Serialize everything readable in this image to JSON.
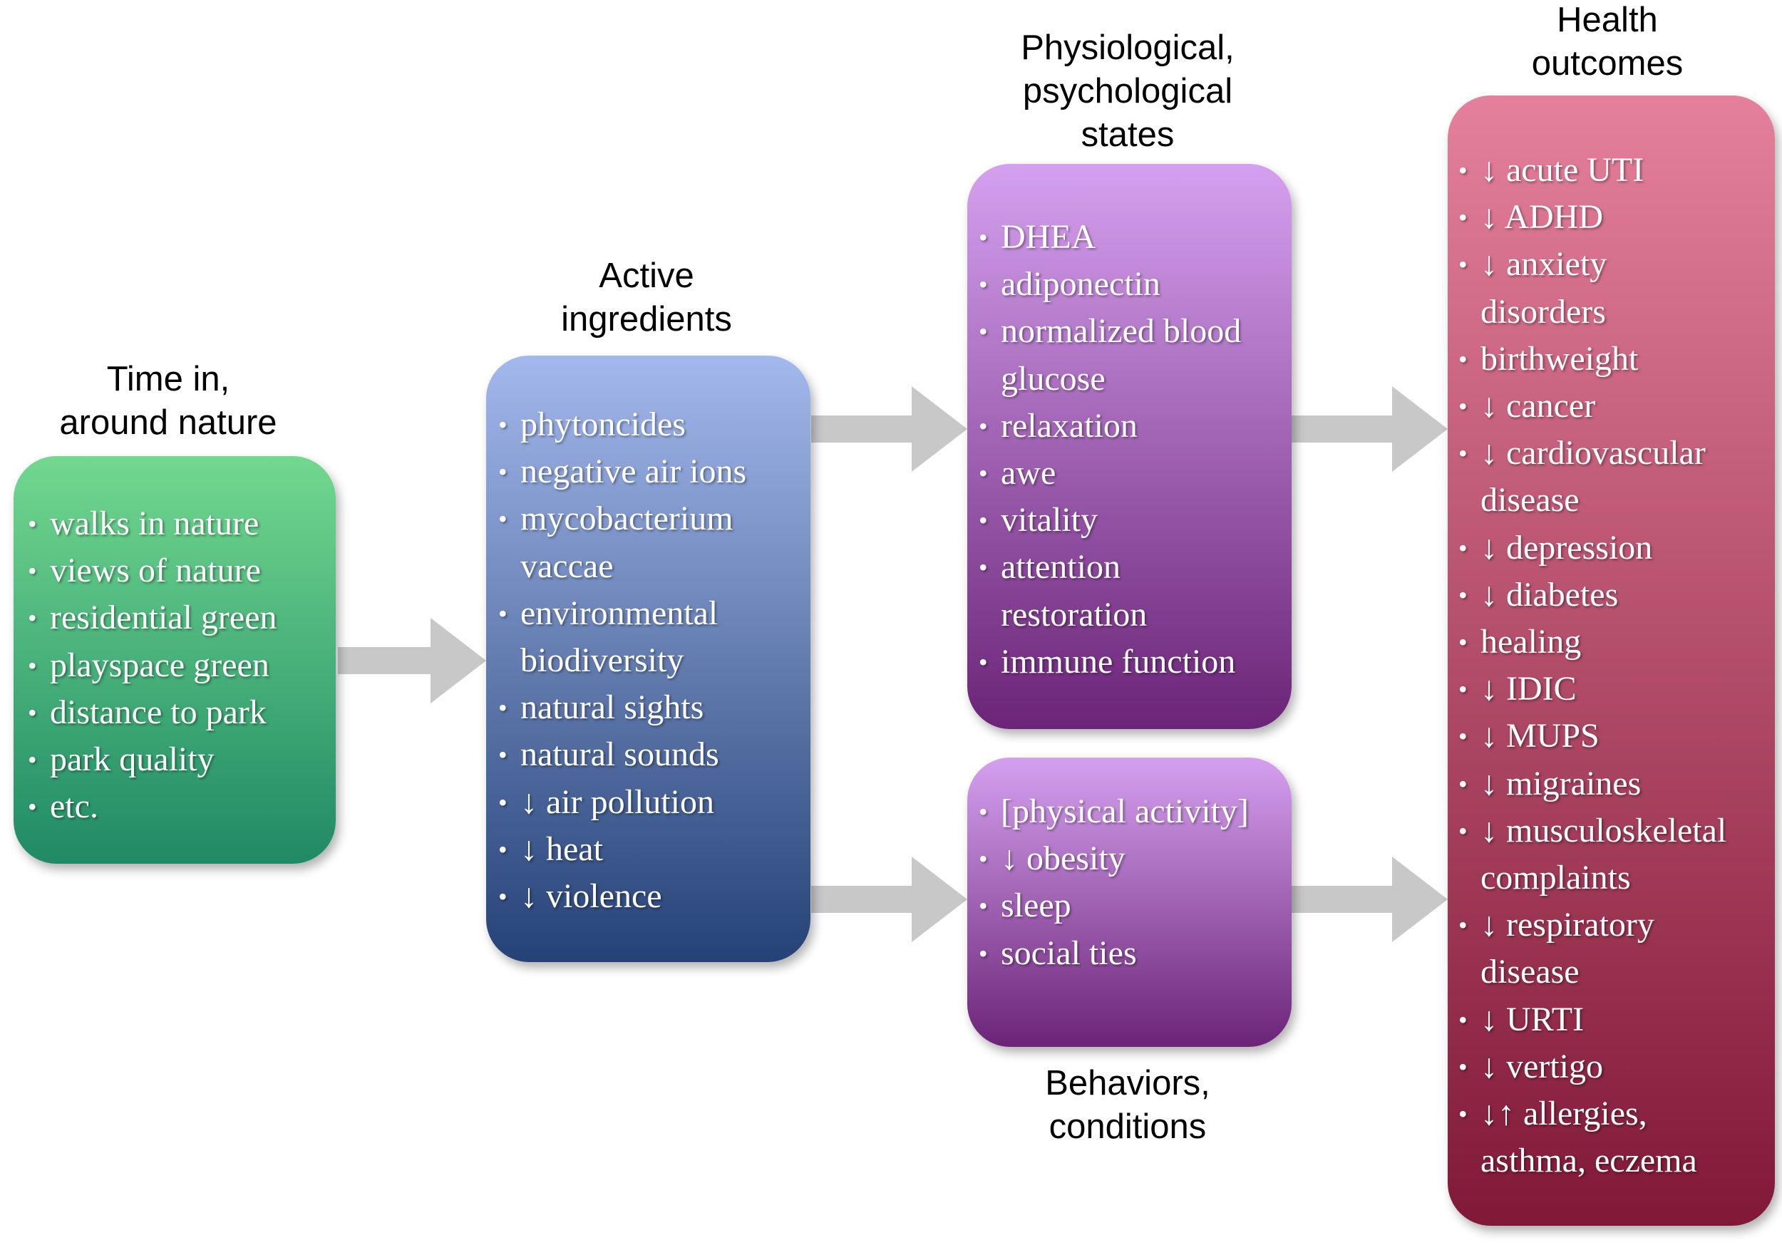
{
  "stages": [
    {
      "id": "nature",
      "heading": "Time in,\naround nature",
      "items": [
        [
          "walks in nature"
        ],
        [
          "views of nature"
        ],
        [
          "residential green"
        ],
        [
          "playspace green"
        ],
        [
          "distance to park"
        ],
        [
          "park quality"
        ],
        [
          "etc."
        ]
      ]
    },
    {
      "id": "active",
      "heading": "Active\ningredients",
      "items": [
        [
          "phytoncides"
        ],
        [
          "negative air ions"
        ],
        [
          "mycobacterium",
          "vaccae"
        ],
        [
          "environmental",
          "biodiversity"
        ],
        [
          "natural sights"
        ],
        [
          "natural sounds"
        ],
        [
          "↓ air pollution"
        ],
        [
          "↓ heat"
        ],
        [
          "↓ violence"
        ]
      ]
    },
    {
      "id": "physio",
      "heading": "Physiological,\npsychological\nstates",
      "items": [
        [
          "DHEA"
        ],
        [
          "adiponectin"
        ],
        [
          "normalized blood",
          "glucose"
        ],
        [
          "relaxation"
        ],
        [
          "awe"
        ],
        [
          "vitality"
        ],
        [
          "attention",
          "restoration"
        ],
        [
          "immune function"
        ]
      ]
    },
    {
      "id": "behavior",
      "heading": "Behaviors,\nconditions",
      "items": [
        [
          "[physical activity]"
        ],
        [
          "↓ obesity"
        ],
        [
          "sleep"
        ],
        [
          "social ties"
        ]
      ]
    },
    {
      "id": "health",
      "heading": "Health\noutcomes",
      "items": [
        [
          "↓ acute UTI"
        ],
        [
          "↓ ADHD"
        ],
        [
          "↓ anxiety",
          "disorders"
        ],
        [
          "birthweight"
        ],
        [
          "↓ cancer"
        ],
        [
          "↓ cardiovascular",
          "disease"
        ],
        [
          "↓ depression"
        ],
        [
          "↓ diabetes"
        ],
        [
          "healing"
        ],
        [
          "↓ IDIC"
        ],
        [
          "↓ MUPS"
        ],
        [
          "↓ migraines"
        ],
        [
          "↓ musculoskeletal",
          "complaints"
        ],
        [
          "↓ respiratory",
          "disease"
        ],
        [
          "↓ URTI"
        ],
        [
          "↓ vertigo"
        ],
        [
          "↓↑ allergies,",
          "asthma, eczema"
        ]
      ]
    }
  ],
  "colors": {
    "arrow": "#c8c8c8",
    "nature": "#4fb67c",
    "active": "#5b74b0",
    "physio": "#a052b3",
    "behavior": "#a052b3",
    "health": "#b43b62"
  }
}
